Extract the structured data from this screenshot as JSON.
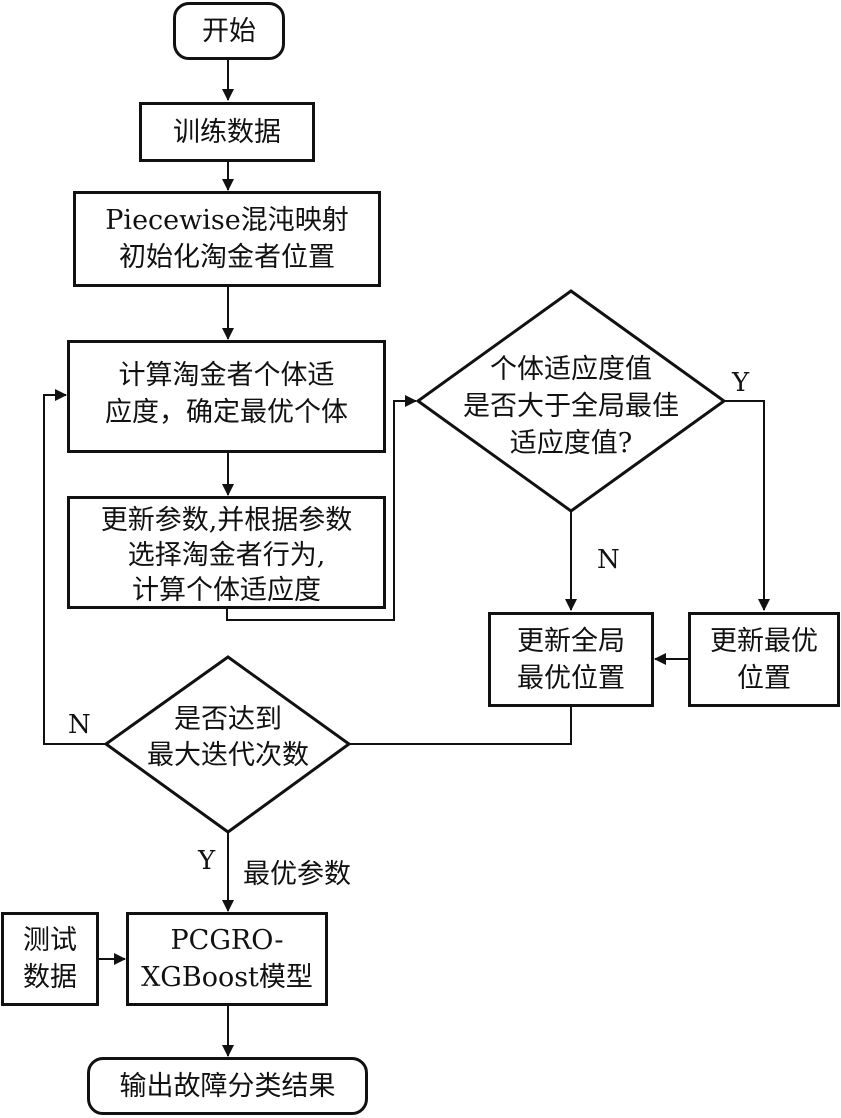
{
  "diagram": {
    "type": "flowchart",
    "colors": {
      "stroke": "#111111",
      "fill": "#ffffff",
      "text": "#111111"
    },
    "nodes": {
      "start": {
        "shape": "rounded-rect",
        "lines": [
          "开始"
        ]
      },
      "train_data": {
        "shape": "rect",
        "lines": [
          "训练数据"
        ]
      },
      "init": {
        "shape": "rect",
        "lines": [
          "Piecewise混沌映射",
          "初始化淘金者位置"
        ]
      },
      "fitness": {
        "shape": "rect",
        "lines": [
          "计算淘金者个体适",
          "应度，确定最优个体"
        ]
      },
      "update_params": {
        "shape": "rect",
        "lines": [
          "更新参数,并根据参数",
          "选择淘金者行为,",
          "计算个体适应度"
        ]
      },
      "decision_fitness": {
        "shape": "diamond",
        "lines": [
          "个体适应度值",
          "是否大于全局最佳",
          "适应度值?"
        ]
      },
      "update_best": {
        "shape": "rect",
        "lines": [
          "更新最优",
          "位置"
        ]
      },
      "update_global": {
        "shape": "rect",
        "lines": [
          "更新全局",
          "最优位置"
        ]
      },
      "decision_iter": {
        "shape": "diamond",
        "lines": [
          "是否达到",
          "最大迭代次数"
        ]
      },
      "test_data": {
        "shape": "rect",
        "lines": [
          "测试",
          "数据"
        ]
      },
      "model": {
        "shape": "rect",
        "lines": [
          "PCGRO-",
          "XGBoost模型"
        ]
      },
      "output": {
        "shape": "rounded-rect",
        "lines": [
          "输出故障分类结果"
        ]
      }
    },
    "edges": [
      {
        "from": "start",
        "to": "train_data",
        "label": ""
      },
      {
        "from": "train_data",
        "to": "init",
        "label": ""
      },
      {
        "from": "init",
        "to": "fitness",
        "label": ""
      },
      {
        "from": "fitness",
        "to": "update_params",
        "label": ""
      },
      {
        "from": "update_params",
        "to": "decision_fitness",
        "label": ""
      },
      {
        "from": "decision_fitness",
        "to": "update_best",
        "label": "Y"
      },
      {
        "from": "decision_fitness",
        "to": "update_global",
        "label": "N"
      },
      {
        "from": "update_best",
        "to": "update_global",
        "label": ""
      },
      {
        "from": "update_global",
        "to": "decision_iter",
        "label": ""
      },
      {
        "from": "decision_iter",
        "to": "fitness",
        "label": "N"
      },
      {
        "from": "decision_iter",
        "to": "model",
        "label": "Y",
        "annotation": "最优参数"
      },
      {
        "from": "test_data",
        "to": "model",
        "label": ""
      },
      {
        "from": "model",
        "to": "output",
        "label": ""
      }
    ],
    "edge_labels": {
      "fitness_yes": "Y",
      "fitness_no": "N",
      "iter_no": "N",
      "iter_yes": "Y",
      "best_params": "最优参数"
    }
  }
}
